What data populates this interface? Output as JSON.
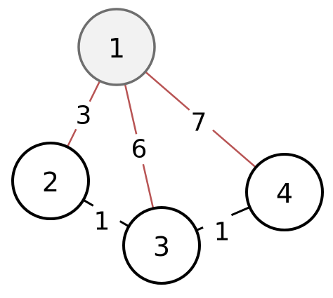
{
  "diagram": {
    "type": "weighted-undirected-graph",
    "colors": {
      "highlighted_edge": "#b85454",
      "normal_edge": "#000000",
      "start_node_fill": "#f2f2f2",
      "start_node_stroke": "#6e6e6e",
      "node_fill": "#ffffff",
      "node_stroke": "#000000"
    },
    "nodes": [
      {
        "id": "1",
        "label": "1",
        "style": "start"
      },
      {
        "id": "2",
        "label": "2",
        "style": "normal"
      },
      {
        "id": "3",
        "label": "3",
        "style": "normal"
      },
      {
        "id": "4",
        "label": "4",
        "style": "normal"
      }
    ],
    "edges": [
      {
        "from": "1",
        "to": "2",
        "weight": "3",
        "highlighted": true
      },
      {
        "from": "1",
        "to": "3",
        "weight": "6",
        "highlighted": true
      },
      {
        "from": "1",
        "to": "4",
        "weight": "7",
        "highlighted": true
      },
      {
        "from": "2",
        "to": "3",
        "weight": "1",
        "highlighted": false
      },
      {
        "from": "3",
        "to": "4",
        "weight": "1",
        "highlighted": false
      }
    ]
  }
}
